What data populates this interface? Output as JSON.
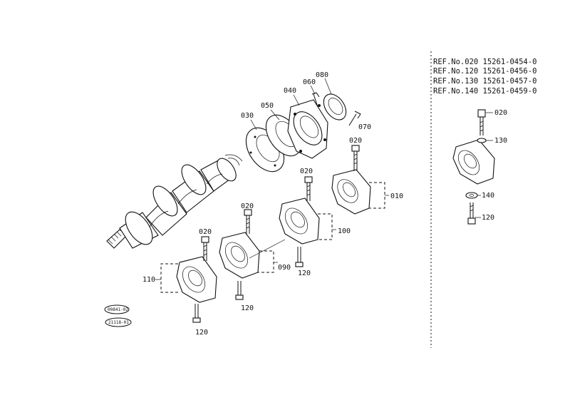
{
  "references": [
    "REF.No.020  15261-0454-0",
    "REF.No.120  15261-0456-0",
    "REF.No.130  15261-0457-0",
    "REF.No.140  15261-0459-0"
  ],
  "callouts": {
    "c080": "080",
    "c060": "060",
    "c040": "040",
    "c050": "050",
    "c030": "030",
    "c070": "070",
    "c020_a": "020",
    "c020_b": "020",
    "c020_c": "020",
    "c020_d": "020",
    "c010": "010",
    "c100": "100",
    "c090": "090",
    "c110": "110",
    "c120_a": "120",
    "c120_b": "120",
    "c120_c": "120",
    "r020": "020",
    "r130": "130",
    "r140": "140",
    "r120": "120"
  },
  "stamps": [
    "00841-02",
    "21118-01"
  ]
}
